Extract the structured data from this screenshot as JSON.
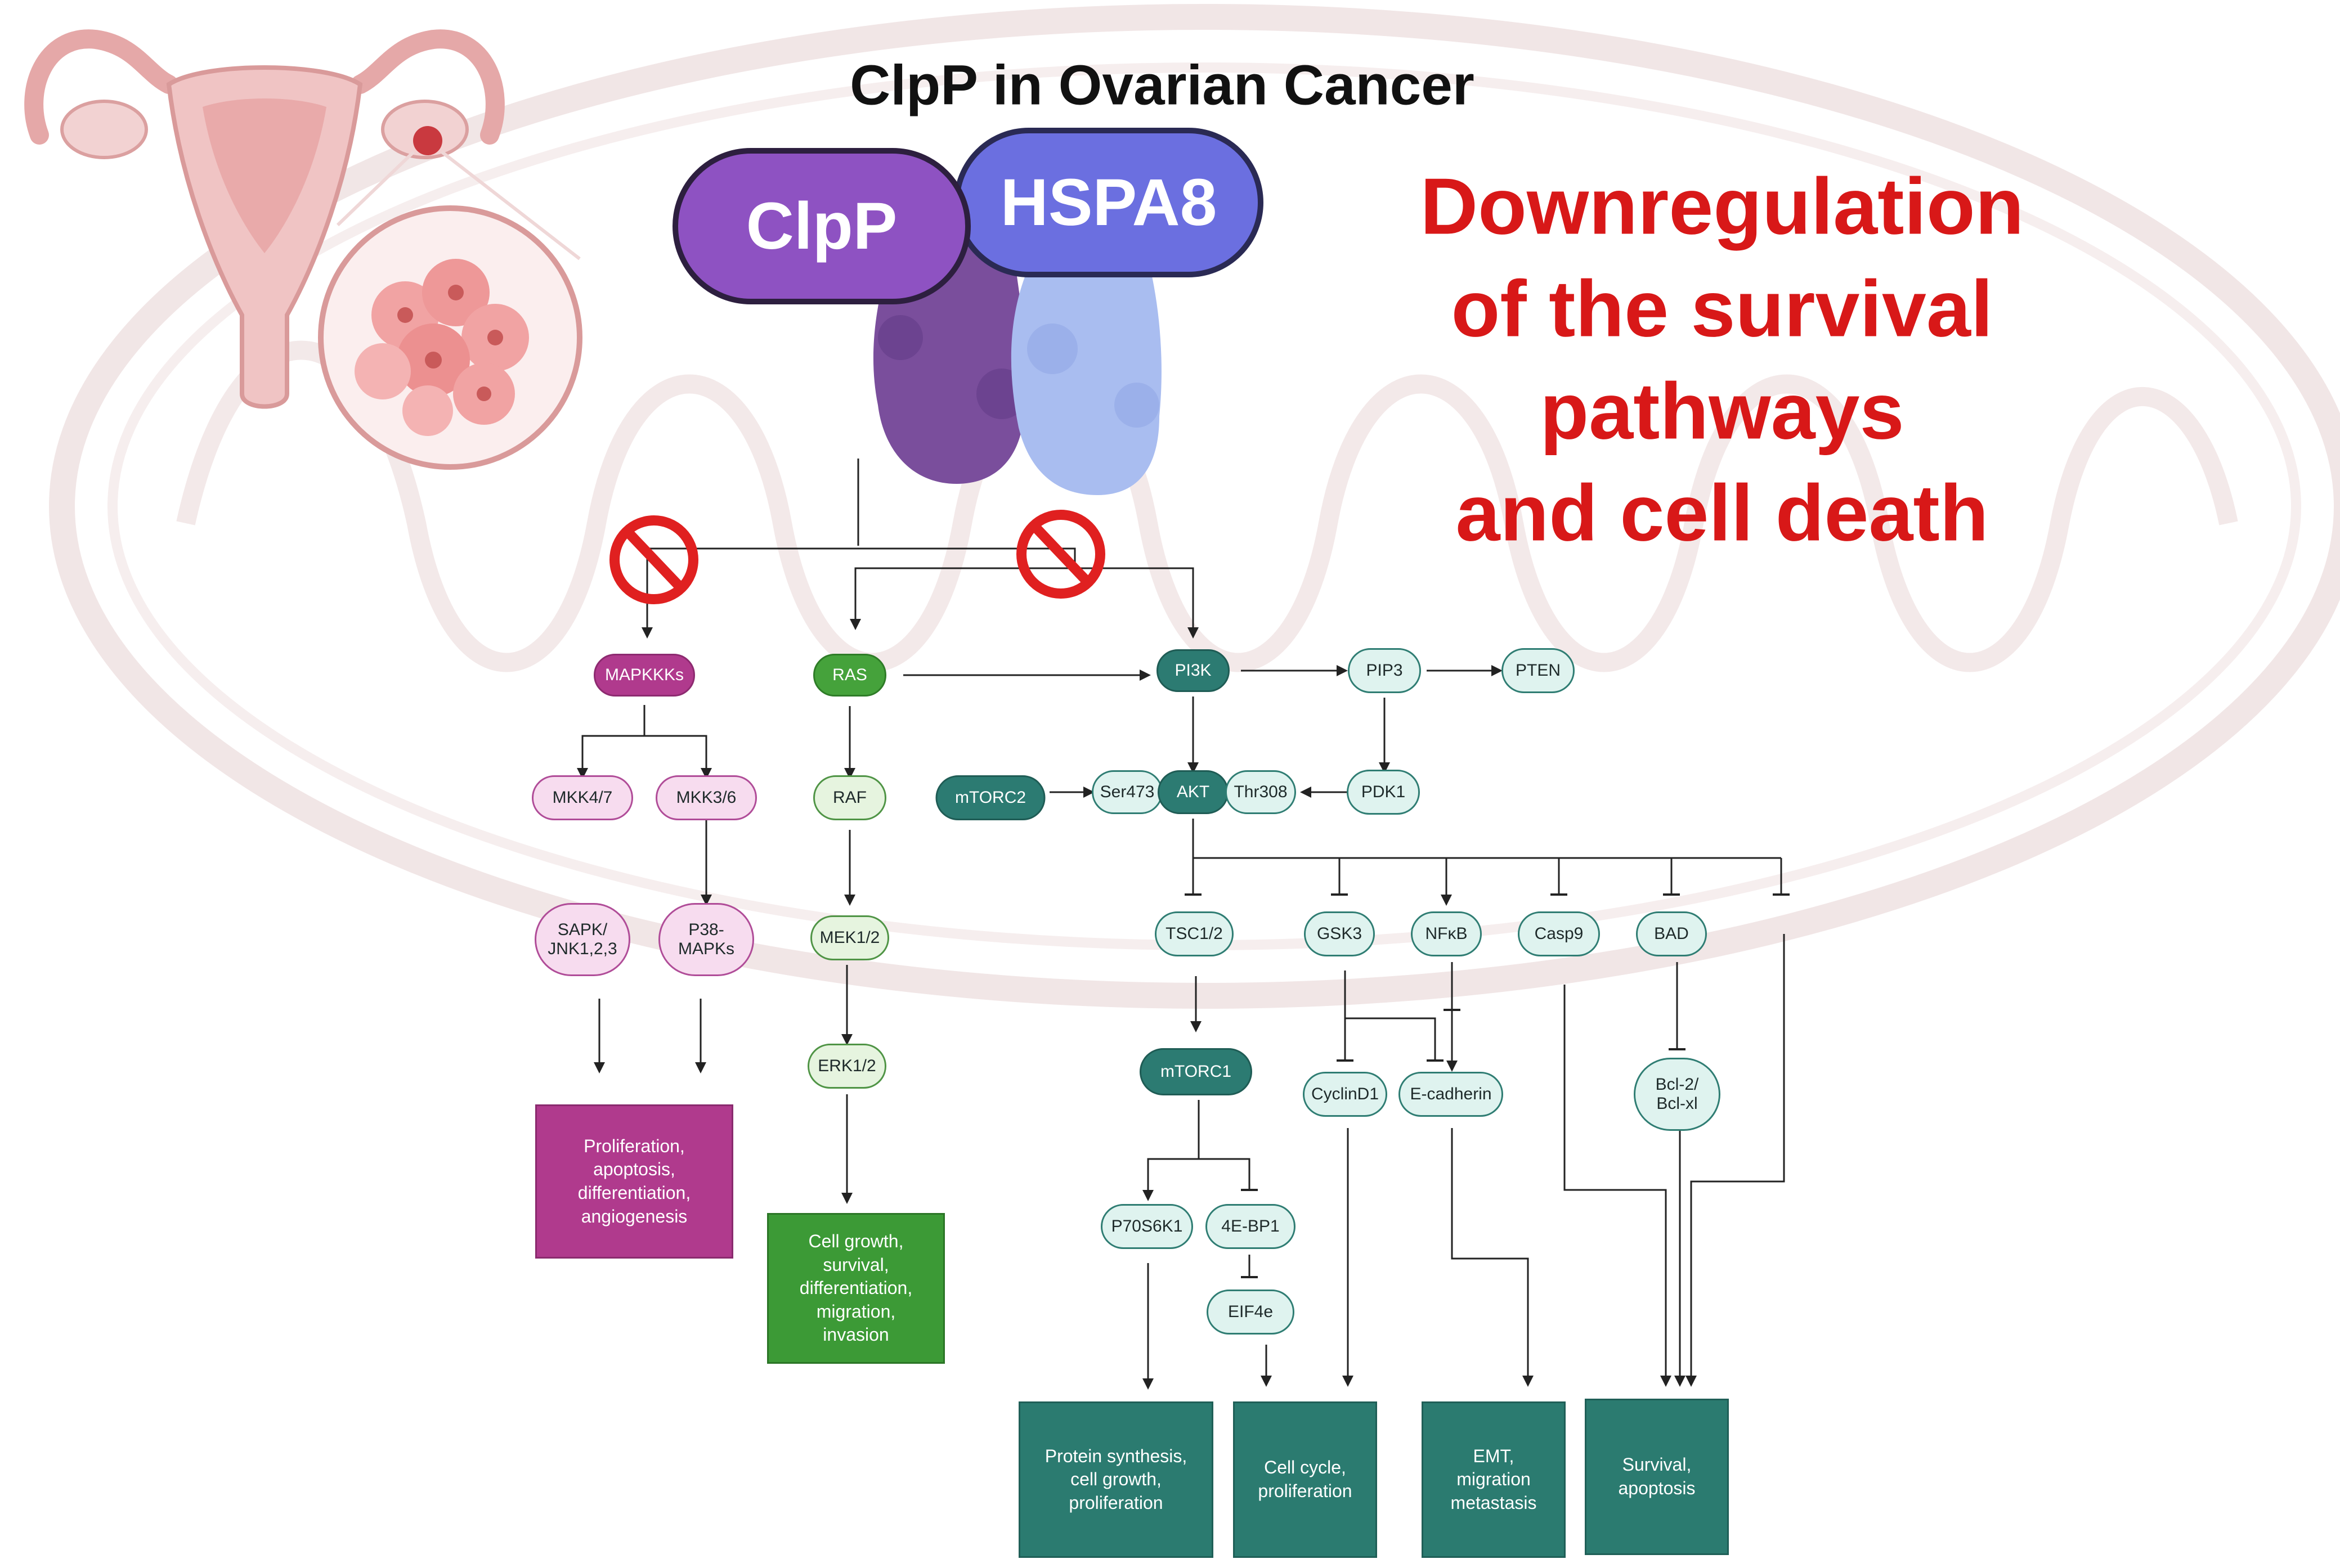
{
  "title": "ClpP in Ovarian Cancer",
  "proteins": {
    "clpp": "ClpP",
    "hspa8": "HSPA8"
  },
  "headline": "Downregulation\nof the survival\npathways\nand cell death",
  "nodes": {
    "mapkkks": "MAPKKKs",
    "ras": "RAS",
    "pi3k": "PI3K",
    "pip3": "PIP3",
    "pten": "PTEN",
    "mkk47": "MKK4/7",
    "mkk36": "MKK3/6",
    "raf": "RAF",
    "mtorc2": "mTORC2",
    "ser473": "Ser473",
    "akt": "AKT",
    "thr308": "Thr308",
    "pdk1": "PDK1",
    "sapk": "SAPK/\nJNK1,2,3",
    "p38": "P38-\nMAPKs",
    "mek12": "MEK1/2",
    "tsc12": "TSC1/2",
    "gsk3": "GSK3",
    "nfkb": "NFκB",
    "casp9": "Casp9",
    "bad": "BAD",
    "erk12": "ERK1/2",
    "mtorc1": "mTORC1",
    "cyclind1": "CyclinD1",
    "ecadherin": "E-cadherin",
    "bcl2": "Bcl-2/\nBcl-xl",
    "p70s6k1": "P70S6K1",
    "4ebp1": "4E-BP1",
    "eif4e": "EIF4e"
  },
  "outcomes": {
    "mapk": "Proliferation,\napoptosis,\ndifferentiation,\nangiogenesis",
    "erk": "Cell growth,\nsurvival,\ndifferentiation,\nmigration,\ninvasion",
    "protein": "Protein synthesis,\ncell growth,\nproliferation",
    "cellcycle": "Cell cycle,\nproliferation",
    "emt": "EMT,\nmigration\nmetastasis",
    "survival": "Survival,\napoptosis"
  },
  "colors": {
    "teal_dark": "#2c7b72",
    "teal_light": "#dff3ef",
    "magenta": "#b03a8d",
    "pink": "#f7dcef",
    "green": "#45a23b",
    "green_light": "#e6f4df",
    "clpp_purple": "#8e52c2",
    "hspa8_blue": "#6b6fe0",
    "headline_red": "#d81818",
    "inhibit_red": "#e02020"
  },
  "icons": [
    "uterus-ovary-illustration",
    "tumor-cells-magnified-illustration",
    "mitochondrion-background",
    "prohibition-sign-icon"
  ]
}
